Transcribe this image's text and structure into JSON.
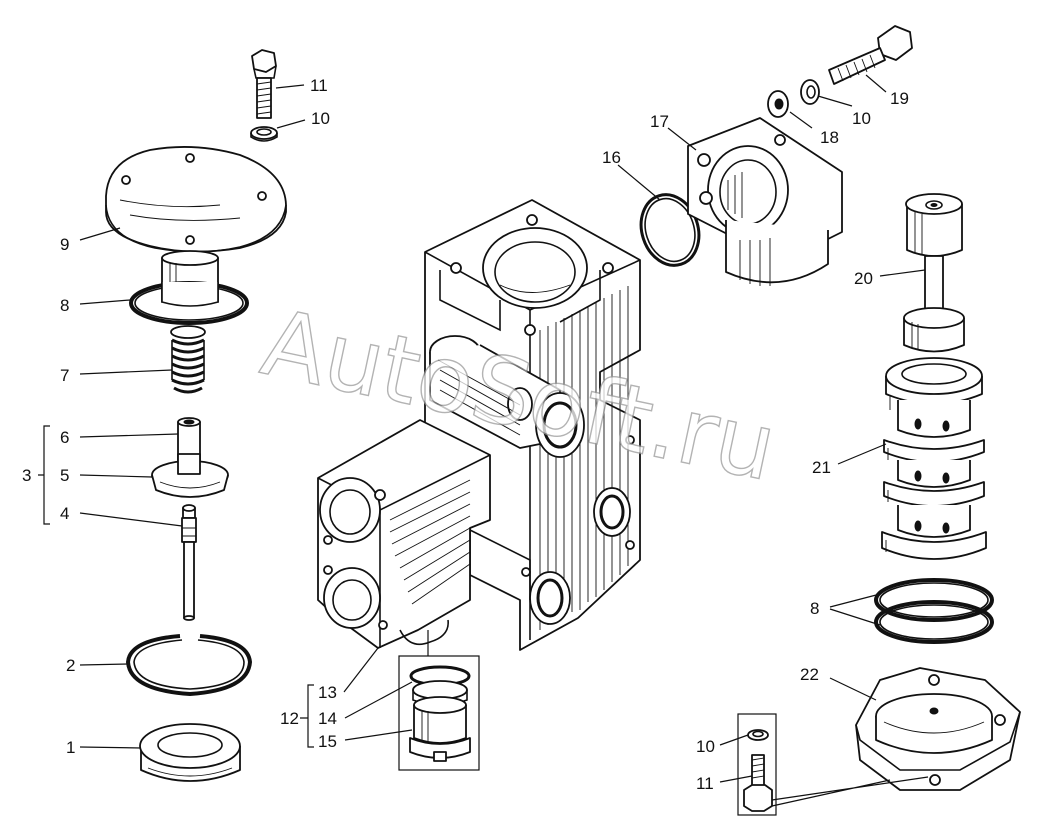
{
  "watermark": "AutoSoft.ru",
  "labels": {
    "l1": "1",
    "l2": "2",
    "l3": "3",
    "l4": "4",
    "l5": "5",
    "l6": "6",
    "l7": "7",
    "l8a": "8",
    "l8b": "8",
    "l9": "9",
    "l10a": "10",
    "l10b": "10",
    "l10c": "10",
    "l11a": "11",
    "l11b": "11",
    "l12": "12",
    "l13": "13",
    "l14": "14",
    "l15": "15",
    "l16": "16",
    "l17": "17",
    "l18": "18",
    "l19": "19",
    "l20": "20",
    "l21": "21",
    "l22": "22"
  }
}
